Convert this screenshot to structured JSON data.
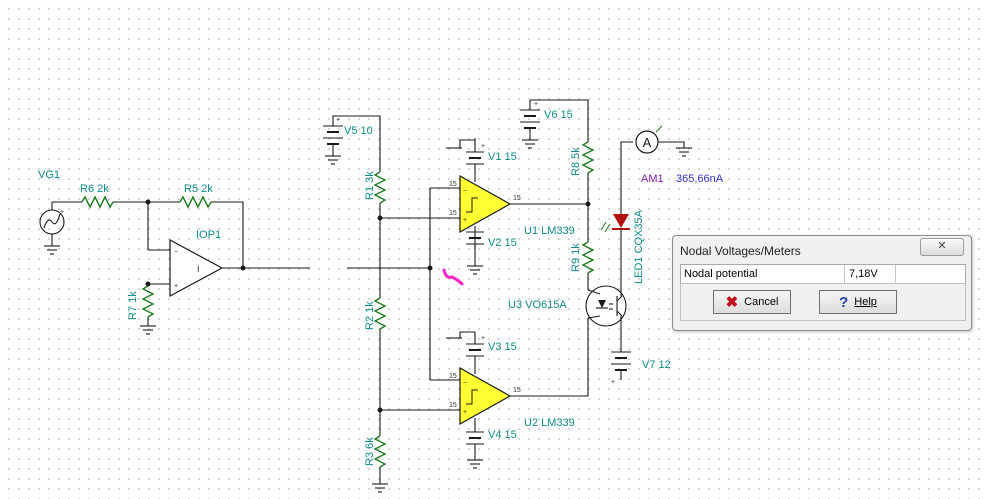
{
  "labels": {
    "vg1": "VG1",
    "r6": "R6 2k",
    "r5": "R5 2k",
    "iop1": "IOP1",
    "r7": "R7 1k",
    "v5": "V5 10",
    "r1": "R1 3k",
    "r2": "R2 1k",
    "r3": "R3 6k",
    "v1": "V1 15",
    "v2": "V2 15",
    "v3": "V3 15",
    "v4": "V4 15",
    "u1": "U1 LM339",
    "u2": "U2 LM339",
    "v6": "V6 15",
    "r8": "R8 5k",
    "r9": "R9 1k",
    "u3": "U3 VO615A",
    "led1": "LED1 CQX35A",
    "am1": "AM1",
    "am1_value": "365,66nA",
    "am_symbol": "A",
    "v7": "V7 12",
    "pin": "15"
  },
  "dialog": {
    "title": "Nodal Voltages/Meters",
    "close_icon": "close-icon",
    "row_name": "Nodal potential",
    "row_value": "7,18V",
    "cancel_label": "Cancel",
    "help_label": "Help"
  },
  "colors": {
    "wire": "#1a1a1a",
    "resistor": "#1f7a1f",
    "label": "#0f8a8a",
    "comparator_fill": "#ffff33",
    "ammeter_value": "#3333cc",
    "am1_label": "#7a1fa0",
    "annotation": "#ff22cc",
    "led": "#b01010"
  }
}
